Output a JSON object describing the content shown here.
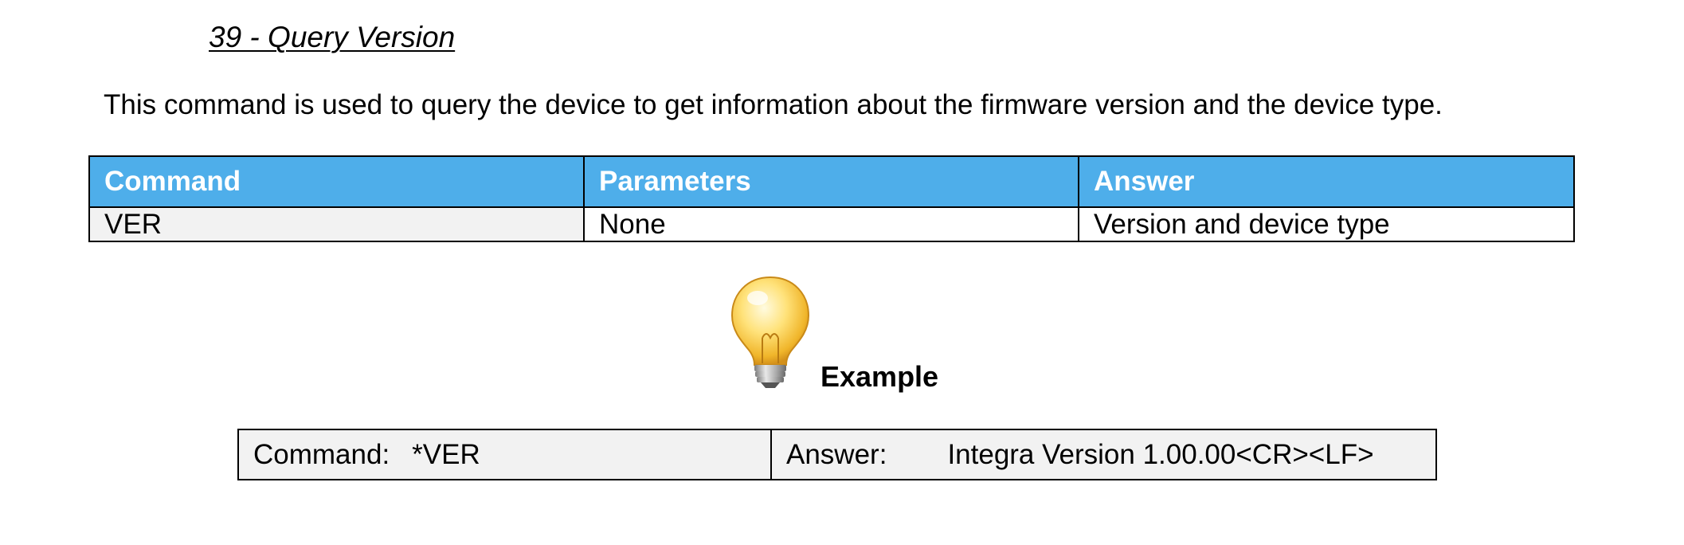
{
  "section": {
    "title": "39 - Query Version"
  },
  "intro": {
    "text": "This command is used to query the device to get information about the firmware version and the device type."
  },
  "command_table": {
    "headers": [
      "Command",
      "Parameters",
      "Answer"
    ],
    "rows": [
      [
        "VER",
        "None",
        "Version and device type"
      ]
    ]
  },
  "example": {
    "icon": "lightbulb-icon",
    "label": "Example",
    "command_key": "Command:",
    "command_value": "*VER",
    "answer_key": "Answer:",
    "answer_value": "Integra Version 1.00.00<CR><LF>"
  },
  "colors": {
    "header_bg": "#4eaeea",
    "header_text": "#ffffff",
    "cell_shade": "#f2f2f2"
  }
}
